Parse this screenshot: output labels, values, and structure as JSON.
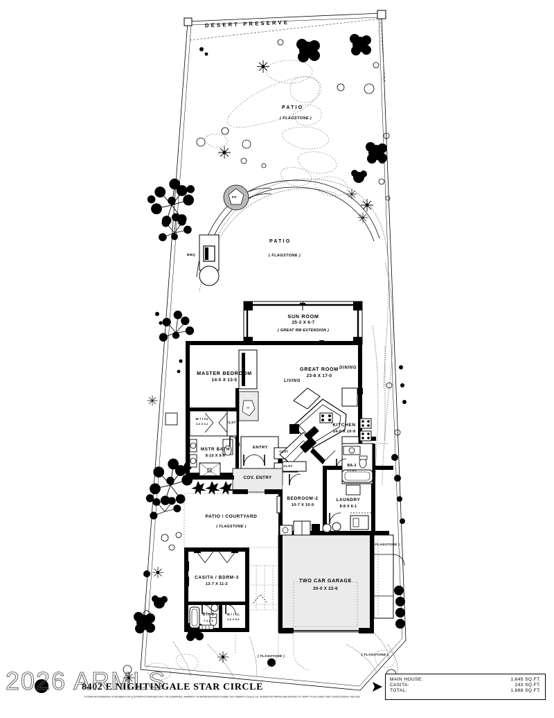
{
  "document": {
    "type": "architectural-floor-plan",
    "address": "8402 E NIGHTINGALE STAR CIRCLE",
    "watermark": "2026 ARMLS",
    "disclaimer": "FLOORPLAN RENDERING IS INTENDED FOR ILLUSTRATIVE PURPOSES ONLY.  NO GUARANTEE, WARRANTY OR REPRESENTATION IS MADE.  NOT DRAWN TO SCALE.  ALL INTERESTED PARTIES ARE ADVISED TO VERIFY ITS ACCURACY AND COMPLETENESS.  FEB 2026"
  },
  "area_table": {
    "rows": [
      {
        "label": "MAIN HOUSE:",
        "value": "1,645 SQ.FT."
      },
      {
        "label": "CASITA:",
        "value": "243 SQ.FT."
      },
      {
        "label": "TOTAL:",
        "value": "1,888 SQ.FT."
      }
    ]
  },
  "site": {
    "boundary_label": "DESERT PRESERVE",
    "features": [
      {
        "name": "fire-pit",
        "label": "FP"
      },
      {
        "name": "bbq",
        "label": "BBQ"
      }
    ],
    "patios": [
      {
        "name": "PATIO",
        "sub": "( FLAGSTONE )"
      },
      {
        "name": "PATIO",
        "sub": "( FLAGSTONE )"
      }
    ],
    "flagstone_notes": [
      "( FLAGSTONE )",
      "( FLAGSTONE )",
      "( FLAGSTONE )"
    ]
  },
  "rooms": [
    {
      "id": "sun-room",
      "name": "SUN ROOM",
      "dim": "25-3 X 6-7",
      "note": "( GREAT RM EXTENSION )"
    },
    {
      "id": "master-bedroom",
      "name": "MASTER BEDROOM",
      "dim": "14-5  X  13-5",
      "note": ""
    },
    {
      "id": "great-room",
      "name": "GREAT ROOM",
      "dim": "23-8  X  17-0",
      "note": ""
    },
    {
      "id": "dining",
      "name": "DINING",
      "dim": "",
      "note": ""
    },
    {
      "id": "living",
      "name": "LIVING",
      "dim": "",
      "note": ""
    },
    {
      "id": "kitchen",
      "name": "KITCHEN",
      "dim": "14-0 X 10-9",
      "note": ""
    },
    {
      "id": "mstr-bath",
      "name": "MSTR BATH",
      "dim": "8-10 X 9-9",
      "note": ""
    },
    {
      "id": "master-closet",
      "name": "W / I  CL",
      "dim": "4-0 X 6-2",
      "note": ""
    },
    {
      "id": "closet-1",
      "name": "CLST",
      "dim": "",
      "note": ""
    },
    {
      "id": "closet-2",
      "name": "CLST",
      "dim": "",
      "note": ""
    },
    {
      "id": "closet-3",
      "name": "CLST",
      "dim": "",
      "note": ""
    },
    {
      "id": "entry",
      "name": "ENTRY",
      "dim": "",
      "note": ""
    },
    {
      "id": "cov-entry",
      "name": "COV. ENTRY",
      "dim": "",
      "note": ""
    },
    {
      "id": "bedroom-2",
      "name": "BEDROOM-2",
      "dim": "10-7  X  10-9",
      "note": ""
    },
    {
      "id": "bath-2",
      "name": "BA-2",
      "dim": "5 X 8-2",
      "note": ""
    },
    {
      "id": "laundry",
      "name": "LAUNDRY",
      "dim": "8-8 X 6-1",
      "note": ""
    },
    {
      "id": "patio-courtyard",
      "name": "PATIO / COURTYARD",
      "dim": "",
      "note": "( FLAGSTONE )"
    },
    {
      "id": "casita",
      "name": "CASITA / BDRM-3",
      "dim": "12-7  X  11-2",
      "note": ""
    },
    {
      "id": "bath-3",
      "name": "BTH-3",
      "dim": "7-4 X 5",
      "note": ""
    },
    {
      "id": "casita-closet",
      "name": "W / I  CL",
      "dim": "4-6 X 5-6",
      "note": ""
    },
    {
      "id": "garage",
      "name": "TWO CAR GARAGE",
      "dim": "20-0  X  22-6",
      "note": ""
    }
  ],
  "colors": {
    "wall": "#000000",
    "paper": "#ffffff",
    "fill_light": "#ebebeb",
    "fill_mid": "#b9b9b9",
    "line": "#1a1a1a"
  }
}
